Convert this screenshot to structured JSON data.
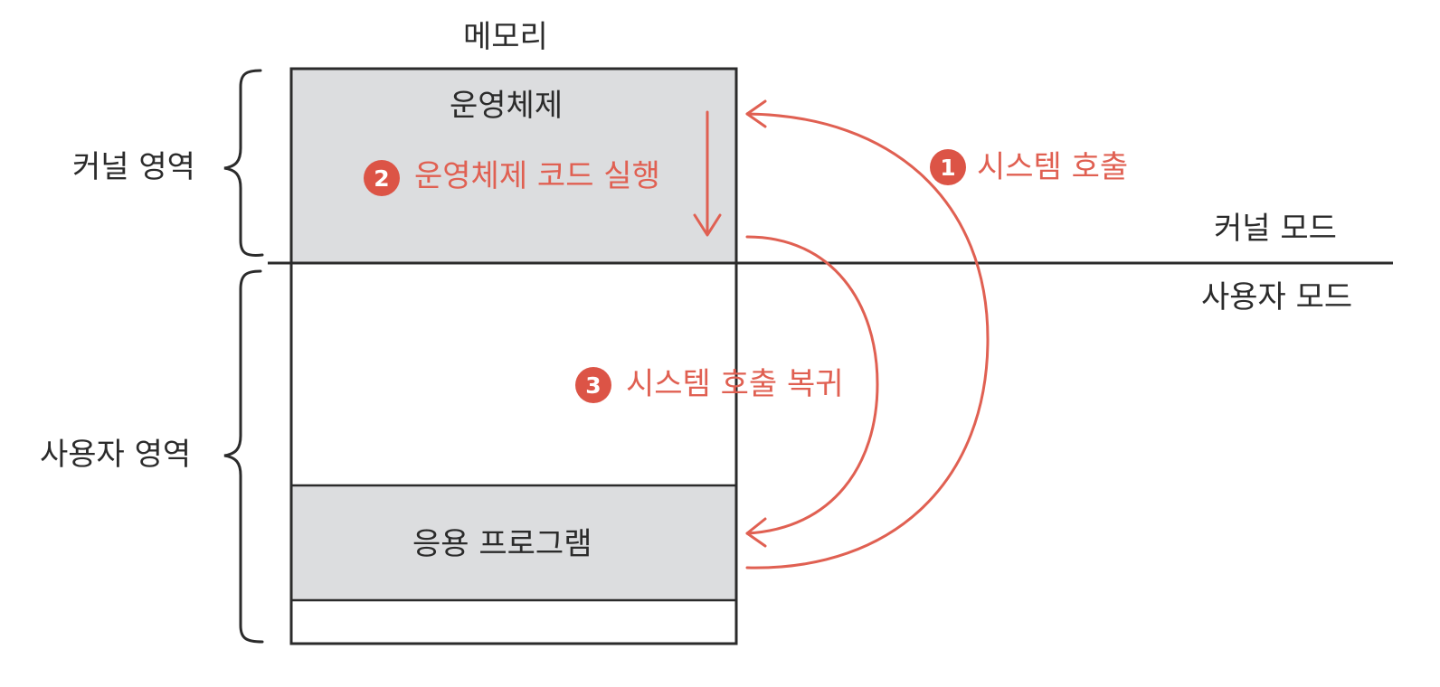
{
  "memory_label": "메모리",
  "kernel_area_label": "커널 영역",
  "user_area_label": "사용자 영역",
  "os_label": "운영체제",
  "app_label": "응용 프로그램",
  "kernel_mode_label": "커널 모드",
  "user_mode_label": "사용자 모드",
  "steps": [
    {
      "number": "1",
      "label": "시스템 호출"
    },
    {
      "number": "2",
      "label": "운영체제 코드 실행"
    },
    {
      "number": "3",
      "label": "시스템 호출 복귀"
    }
  ],
  "colors": {
    "accent": "#e06052",
    "block_fill": "#dcdddf",
    "line": "#2b2b2b"
  }
}
